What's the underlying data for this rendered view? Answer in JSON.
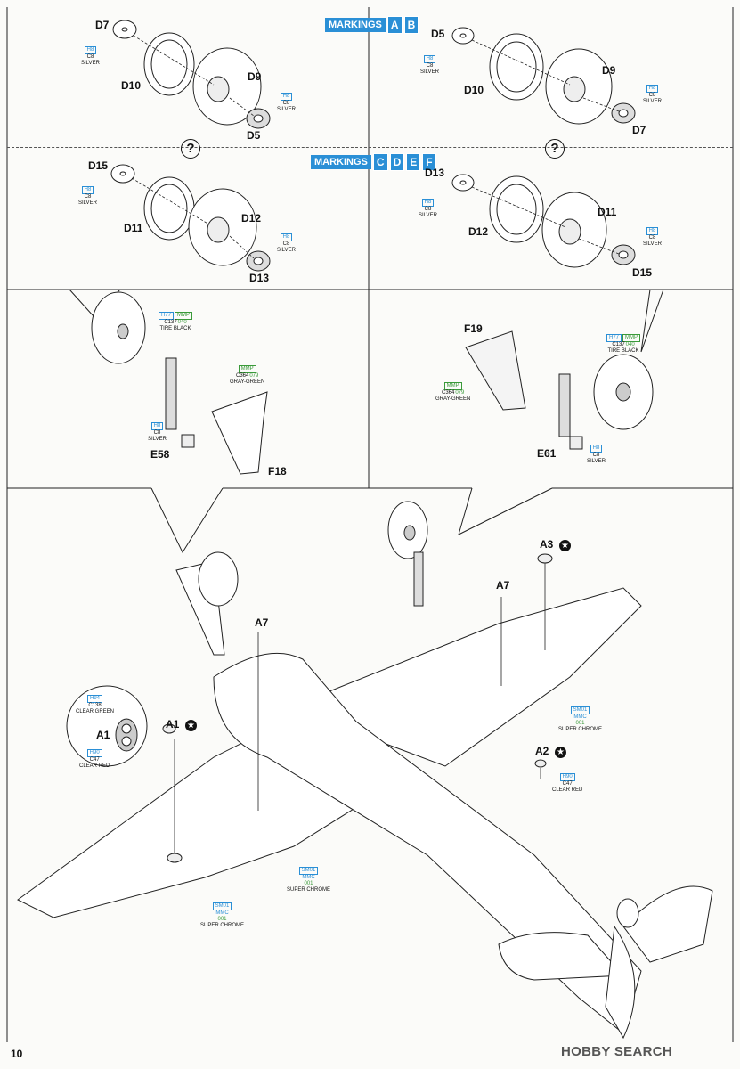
{
  "page_number": "10",
  "watermark": "HOBBY SEARCH",
  "markings_ab": {
    "label": "MARKINGS",
    "codes": [
      "A",
      "B"
    ]
  },
  "markings_cdef": {
    "label": "MARKINGS",
    "codes": [
      "C",
      "D",
      "E",
      "F"
    ]
  },
  "question_mark": "?",
  "parts": {
    "p1_D7": "D7",
    "p1_D10": "D10",
    "p1_D9": "D9",
    "p1_D5": "D5",
    "p2_D5": "D5",
    "p2_D10": "D10",
    "p2_D9": "D9",
    "p2_D7": "D7",
    "p3_D15": "D15",
    "p3_D11": "D11",
    "p3_D12": "D12",
    "p3_D13": "D13",
    "p4_D13": "D13",
    "p4_D12": "D12",
    "p4_D11": "D11",
    "p4_D15": "D15",
    "p5_E58": "E58",
    "p5_F18": "F18",
    "p6_F19": "F19",
    "p6_E61": "E61",
    "m_A7a": "A7",
    "m_A7b": "A7",
    "m_A3": "A3",
    "m_A1": "A1",
    "m_A2": "A2",
    "m_A1_inset": "A1"
  },
  "colors": {
    "silver": {
      "h": "H8",
      "c": "C8",
      "name": "SILVER"
    },
    "tire_black": {
      "h": "H77",
      "mmp": "MMP",
      "c": "C137",
      "mmp_code": "040",
      "name": "TIRE BLACK"
    },
    "gray_green": {
      "mmp": "MMP",
      "c": "C364",
      "mmp_code": "079",
      "name": "GRAY-GREEN"
    },
    "clear_green": {
      "h": "H94",
      "c": "C138",
      "name": "CLEAR GREEN"
    },
    "clear_red": {
      "h": "H90",
      "c": "C47",
      "name": "CLEAR RED"
    },
    "super_chrome": {
      "sm": "SM01",
      "mmc": "MMC",
      "code": "001",
      "name": "SUPER CHROME"
    }
  },
  "accent_blue": "#2a8fd6",
  "accent_green": "#3a9a3a"
}
